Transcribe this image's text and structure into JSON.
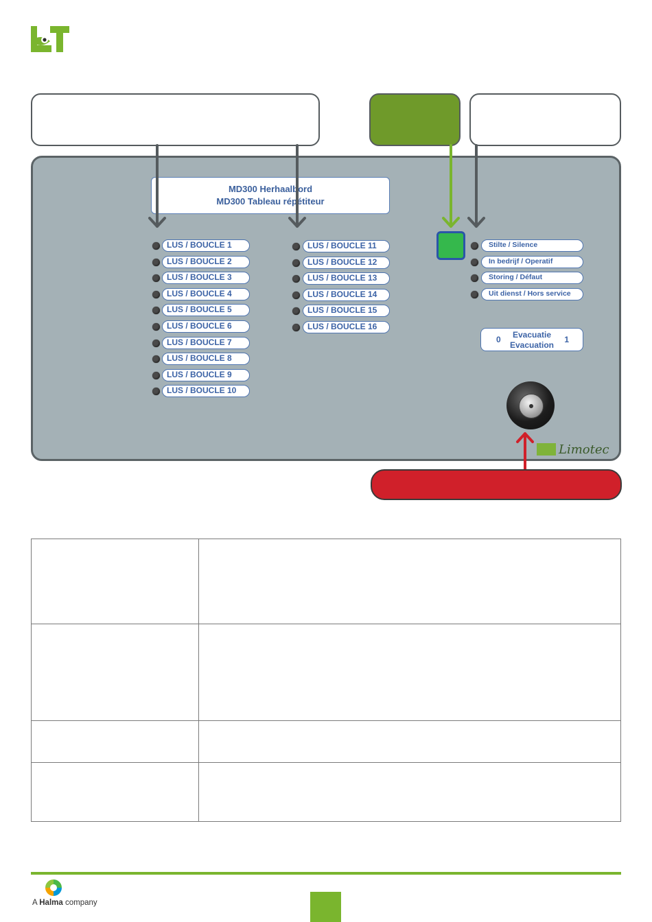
{
  "panel": {
    "title_line1": "MD300 Herhaalbord",
    "title_line2": "MD300 Tableau répétiteur",
    "loops_left": [
      "LUS / BOUCLE 1",
      "LUS / BOUCLE 2",
      "LUS / BOUCLE 3",
      "LUS / BOUCLE 4",
      "LUS / BOUCLE 5",
      "LUS / BOUCLE 6",
      "LUS / BOUCLE 7",
      "LUS / BOUCLE 8",
      "LUS / BOUCLE 9",
      "LUS / BOUCLE 10"
    ],
    "loops_right": [
      "LUS / BOUCLE 11",
      "LUS / BOUCLE 12",
      "LUS / BOUCLE 13",
      "LUS / BOUCLE 14",
      "LUS / BOUCLE 15",
      "LUS / BOUCLE 16"
    ],
    "status": [
      "Stilte / Silence",
      "In bedrijf / Operatif",
      "Storing / Défaut",
      "Uit dienst / Hors service"
    ],
    "evac_zero": "0",
    "evac_line1": "Evacuatie",
    "evac_line2": "Evacuation",
    "evac_one": "1",
    "brand": "Limotec"
  },
  "footer": {
    "company_prefix": "A",
    "company_name": "Halma",
    "company_suffix": "company"
  },
  "colors": {
    "accent_green": "#7ab52e",
    "callout_green": "#6f9a2a",
    "callout_red": "#d0202a",
    "panel_grey": "#a4b1b6",
    "label_blue": "#3c63a6"
  }
}
